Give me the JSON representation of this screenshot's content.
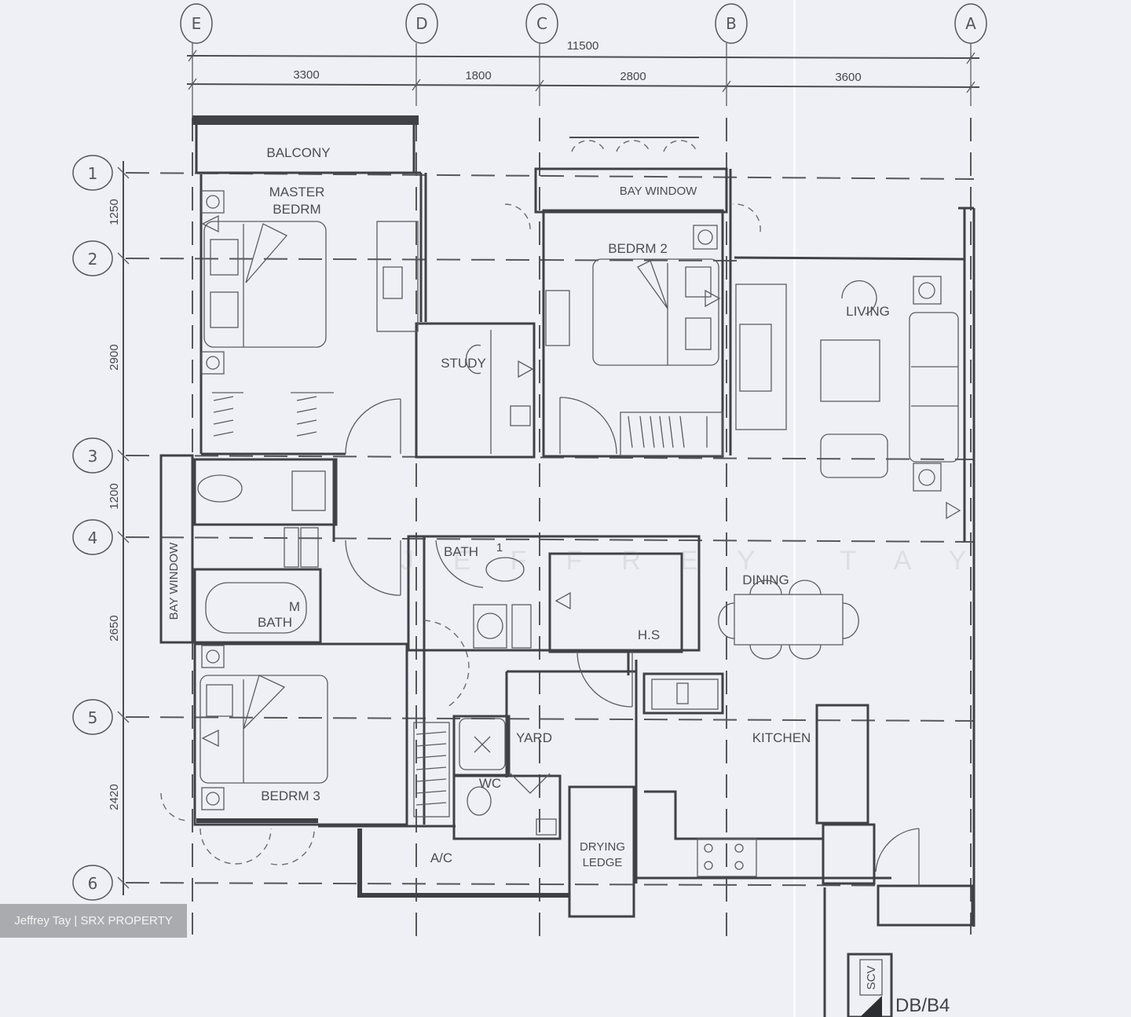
{
  "drawing": {
    "grid_columns": [
      "E",
      "D",
      "C",
      "B",
      "A"
    ],
    "grid_rows": [
      "1",
      "2",
      "3",
      "4",
      "5",
      "6"
    ],
    "overall_width_dim": "11500",
    "column_dims": [
      "3300",
      "1800",
      "2800",
      "3600"
    ],
    "row_dims": [
      "1250",
      "2900",
      "1200",
      "2650",
      "2420"
    ],
    "rooms": {
      "balcony": "BALCONY",
      "master_bedroom_line1": "MASTER",
      "master_bedroom_line2": "BEDRM",
      "bay_window_top": "BAY WINDOW",
      "bedroom2": "BEDRM  2",
      "living": "LIVING",
      "study": "STUDY",
      "bay_window_left": "BAY WINDOW",
      "master_bath": "BATH",
      "master_bath_tag": "M",
      "bath1": "BATH",
      "bath1_tag": "1",
      "household_shelter": "H.S",
      "dining": "DINING",
      "bedroom3": "BEDRM  3",
      "yard": "YARD",
      "wc": "WC",
      "kitchen": "KITCHEN",
      "ac_ledge": "A/C",
      "drying_ledge_line1": "DRYING",
      "drying_ledge_line2": "LEDGE",
      "scv": "SCV",
      "unit_ref": "DB/B4"
    },
    "watermark": "JEFFREY TAY"
  },
  "credit": "Jeffrey Tay | SRX PROPERTY"
}
